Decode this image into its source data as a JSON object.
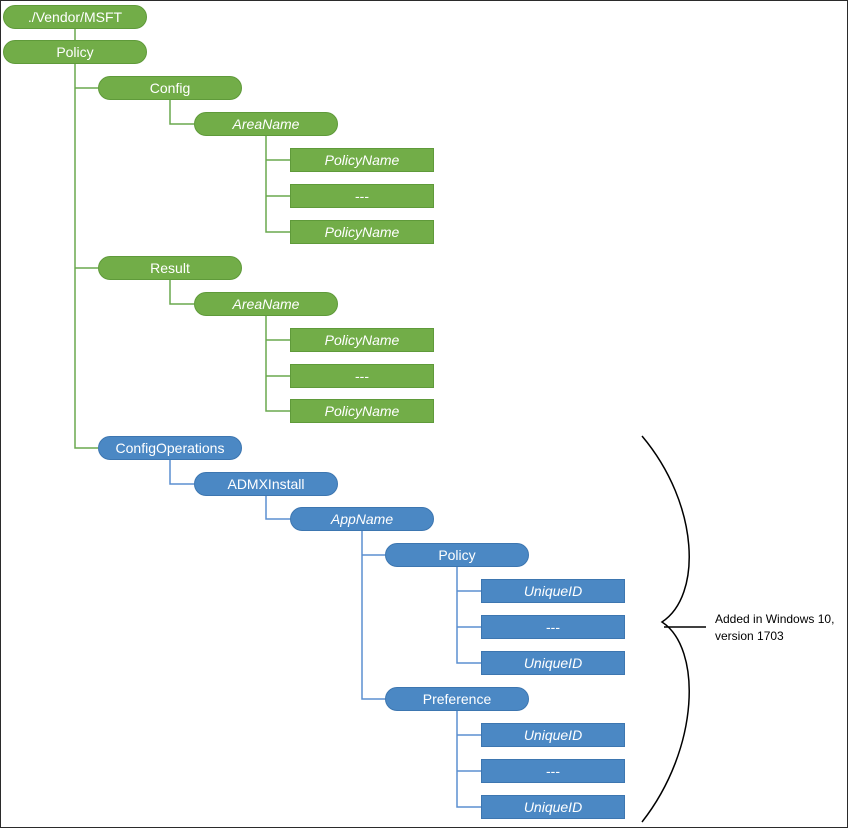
{
  "colors": {
    "green": "#72ad48",
    "blue": "#4b88c4",
    "connector_green": "#6aa84f",
    "connector_blue": "#5b8fd0"
  },
  "nodes": {
    "root": "./Vendor/MSFT",
    "policy": "Policy",
    "config": "Config",
    "config_area": "AreaName",
    "config_policy1": "PolicyName",
    "config_ellipsis": "---",
    "config_policy2": "PolicyName",
    "result": "Result",
    "result_area": "AreaName",
    "result_policy1": "PolicyName",
    "result_ellipsis": "---",
    "result_policy2": "PolicyName",
    "configops": "ConfigOperations",
    "admx": "ADMXInstall",
    "appname": "AppName",
    "admx_policy": "Policy",
    "policy_uid1": "UniqueID",
    "policy_ellipsis": "---",
    "policy_uid2": "UniqueID",
    "preference": "Preference",
    "pref_uid1": "UniqueID",
    "pref_ellipsis": "---",
    "pref_uid2": "UniqueID"
  },
  "annotation": "Added in Windows 10, version 1703"
}
